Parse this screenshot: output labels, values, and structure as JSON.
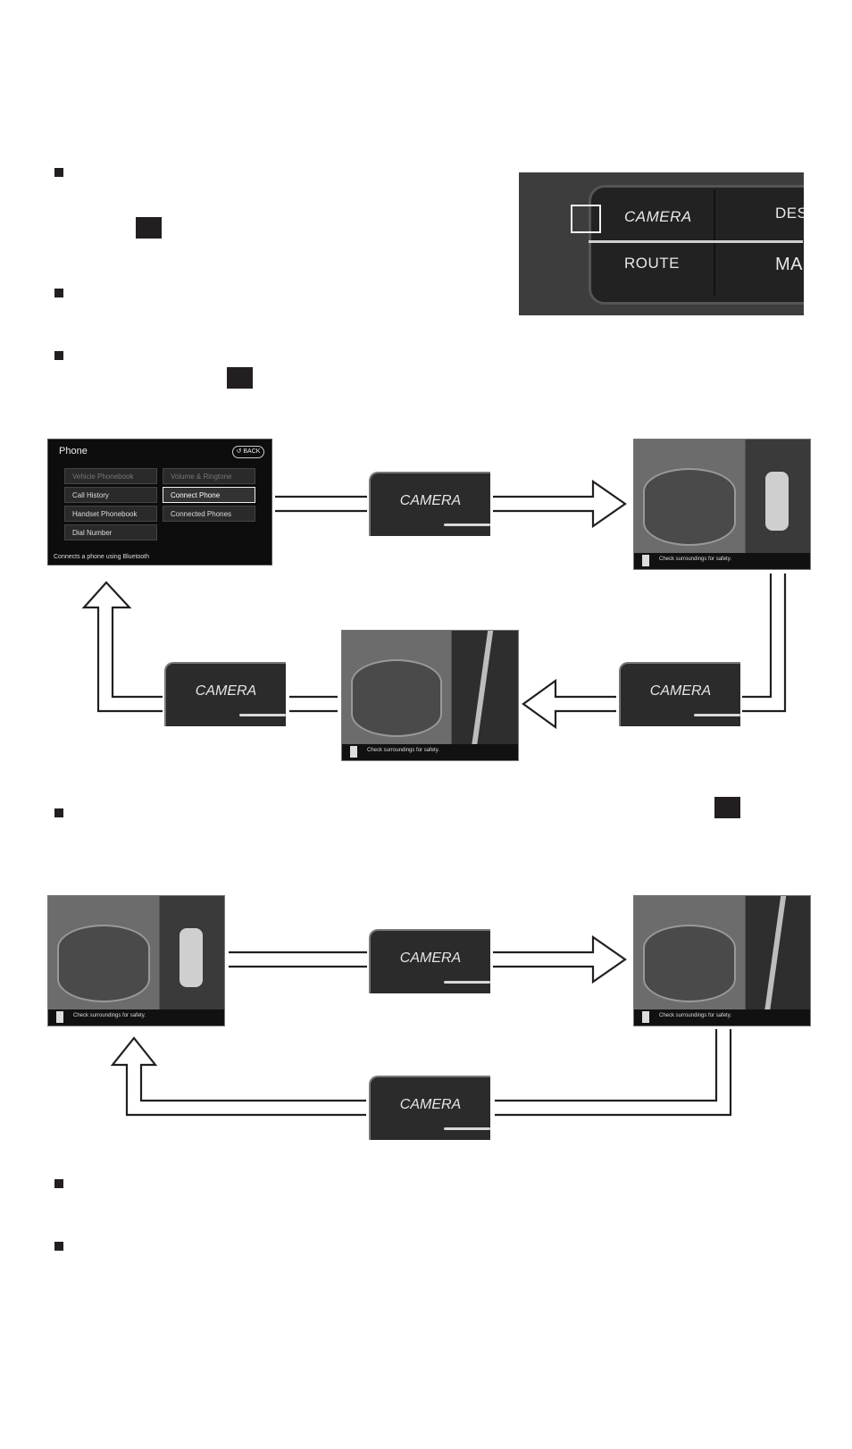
{
  "hero_buttons": {
    "camera": "CAMERA",
    "dest": "DES",
    "route": "ROUTE",
    "map": "MA"
  },
  "camera_button_label": "CAMERA",
  "phone_screen": {
    "title": "Phone",
    "back": "BACK",
    "left_items": [
      "Vehicle Phonebook",
      "Call History",
      "Handset Phonebook",
      "Dial Number"
    ],
    "right_items": [
      "Volume & Ringtone",
      "Connect Phone",
      "Connected Phones"
    ],
    "footer": "Connects a phone using Bluetooth"
  },
  "view_caption": "Check surroundings for safety."
}
